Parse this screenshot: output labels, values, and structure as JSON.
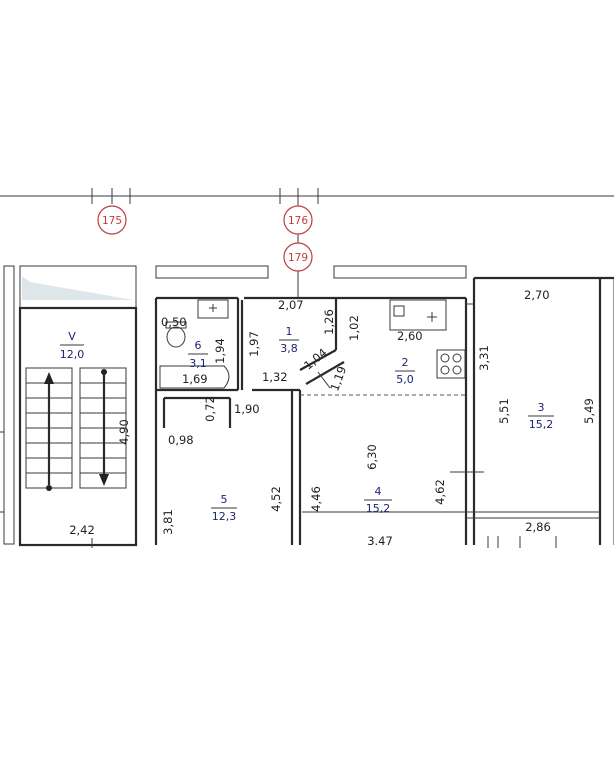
{
  "axes": [
    {
      "id": "axis-175",
      "label": "175"
    },
    {
      "id": "axis-176",
      "label": "176"
    },
    {
      "id": "axis-179",
      "label": "179"
    }
  ],
  "rooms": [
    {
      "key": "v",
      "number": "V",
      "area": "12,0"
    },
    {
      "key": "6",
      "number": "6",
      "area": "3,1"
    },
    {
      "key": "1",
      "number": "1",
      "area": "3,8"
    },
    {
      "key": "2",
      "number": "2",
      "area": "5,0"
    },
    {
      "key": "3",
      "number": "3",
      "area": "15,2"
    },
    {
      "key": "4",
      "number": "4",
      "area": "15,2"
    },
    {
      "key": "5",
      "number": "5",
      "area": "12,3"
    }
  ],
  "dimensions": {
    "d_050": "0,50",
    "d_194": "1,94",
    "d_169": "1,69",
    "d_207": "2,07",
    "d_197": "1,97",
    "d_126": "1,26",
    "d_102": "1,02",
    "d_104": "1,04",
    "d_119": "1,19",
    "d_132": "1,32",
    "d_072": "0,72",
    "d_190": "1,90",
    "d_098": "0,98",
    "d_260": "2,60",
    "d_270": "2,70",
    "d_331": "3,31",
    "d_551": "5,51",
    "d_549": "5,49",
    "d_630": "6,30",
    "d_490": "4,90",
    "d_446": "4,46",
    "d_452": "4,52",
    "d_462": "4,62",
    "d_381": "3,81",
    "d_242": "2,42",
    "d_347": "3.47",
    "d_286": "2,86"
  }
}
